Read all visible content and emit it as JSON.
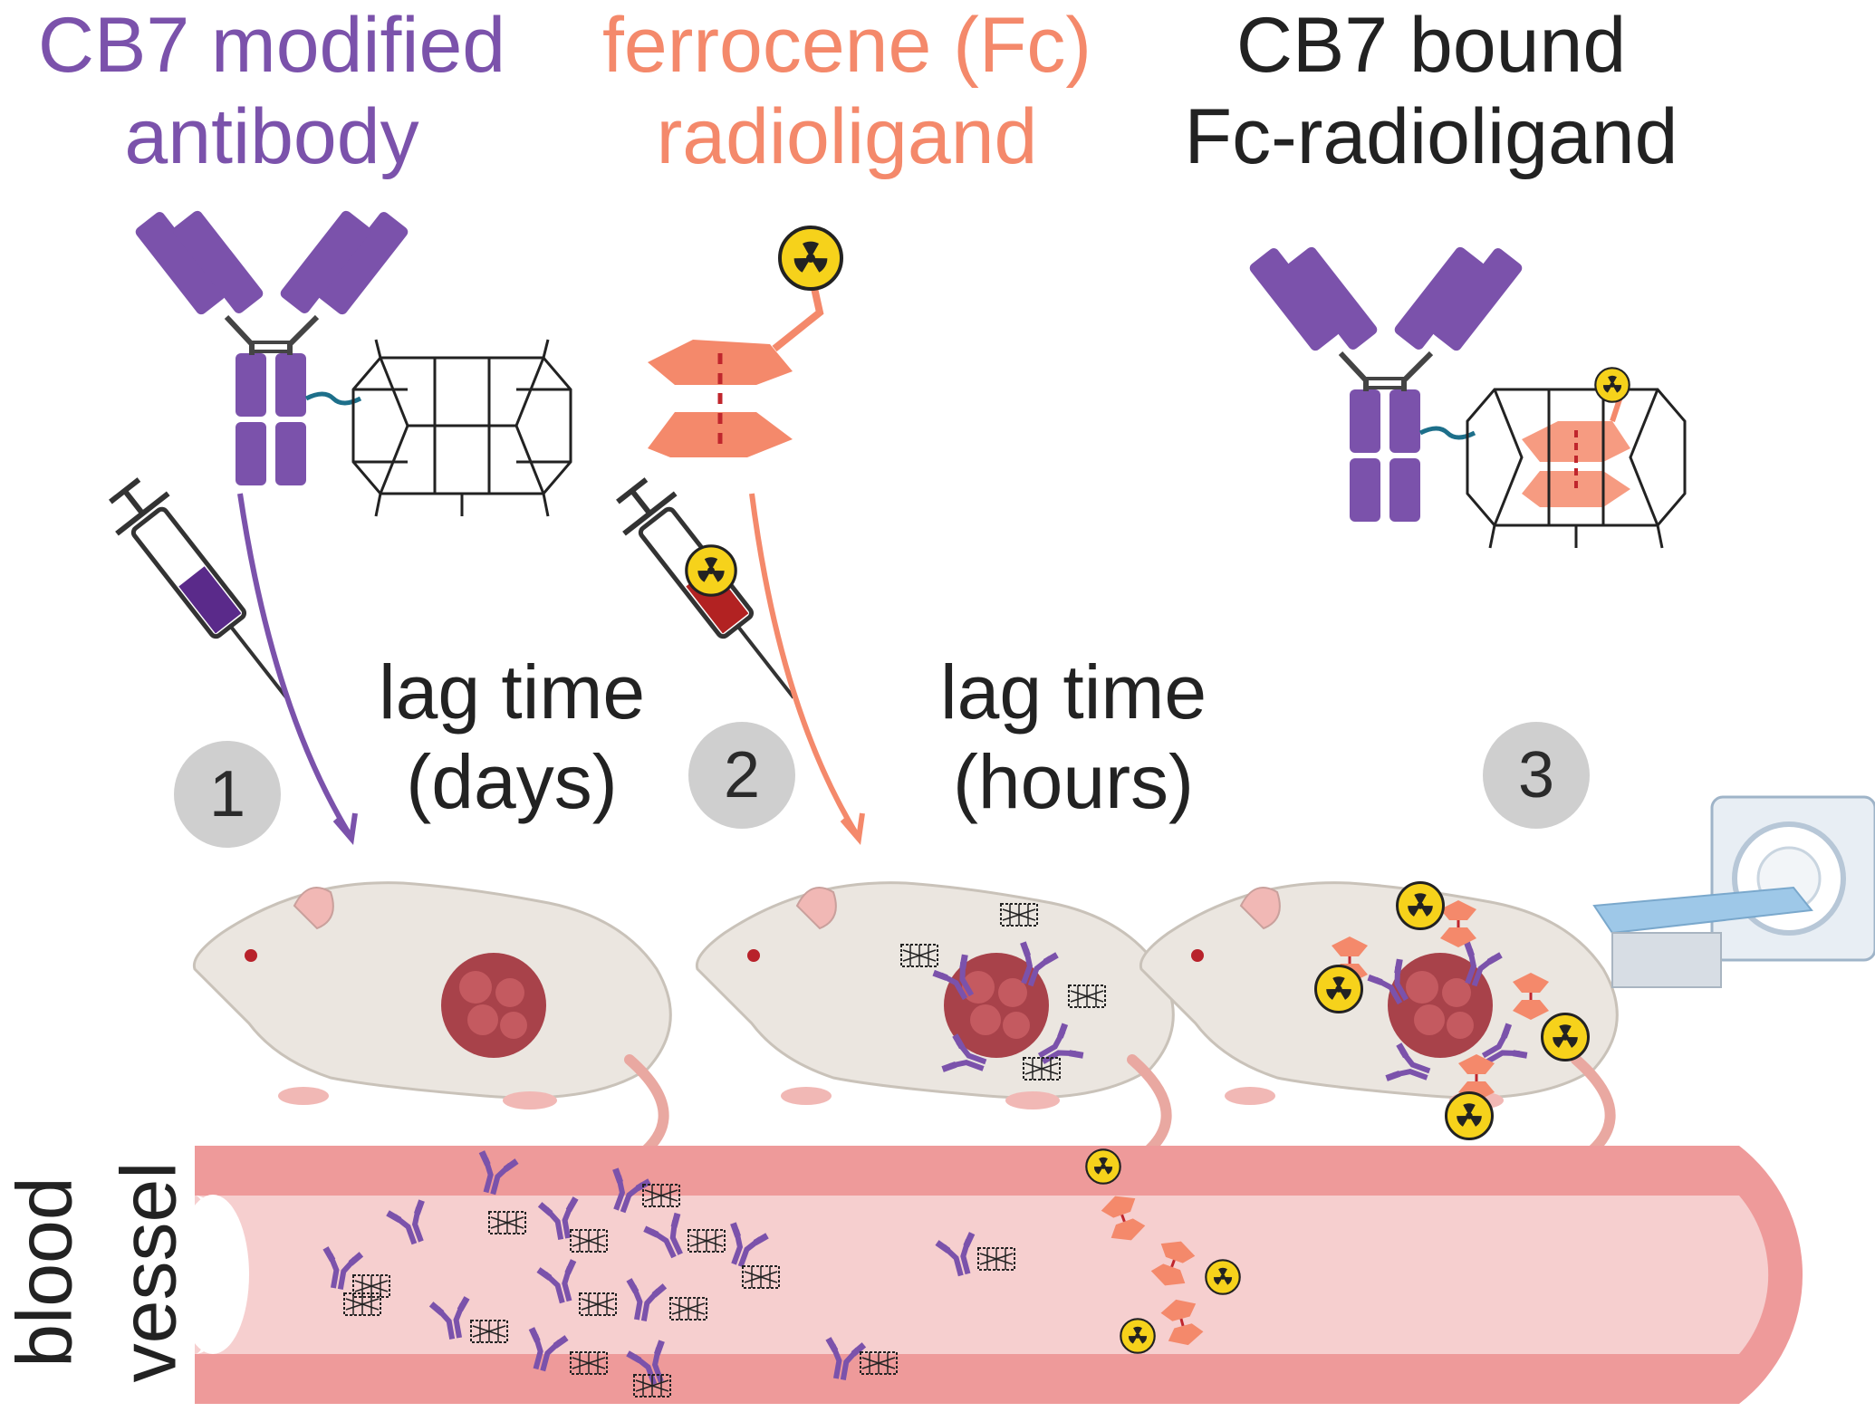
{
  "labels": {
    "antibody_line1": "CB7 modified",
    "antibody_line2": "antibody",
    "ligand_line1": "ferrocene (Fc)",
    "ligand_line2": "radioligand",
    "bound_line1": "CB7 bound",
    "bound_line2": "Fc-radioligand",
    "lag_days_line1": "lag time",
    "lag_days_line2": "(days)",
    "lag_hours_line1": "lag time",
    "lag_hours_line2": "(hours)",
    "vessel_line1": "blood",
    "vessel_line2": "vessel"
  },
  "steps": [
    "1",
    "2",
    "3"
  ],
  "colors": {
    "antibody": "#7b52ab",
    "ligand": "#f4896b",
    "text_dark": "#222222",
    "step_circle": "#cfcfcf",
    "vessel_wall": "#ee9a9a",
    "vessel_lumen": "#f6cfcf",
    "tumor": "#a8424a",
    "radiation_yellow": "#f6d21b"
  },
  "icons": [
    "antibody-icon",
    "cucurbituril-cage-icon",
    "ferrocene-radioligand-icon",
    "radiation-icon",
    "syringe-icon",
    "mouse-icon",
    "tumor-icon",
    "pet-scanner-icon",
    "blood-vessel-icon"
  ]
}
